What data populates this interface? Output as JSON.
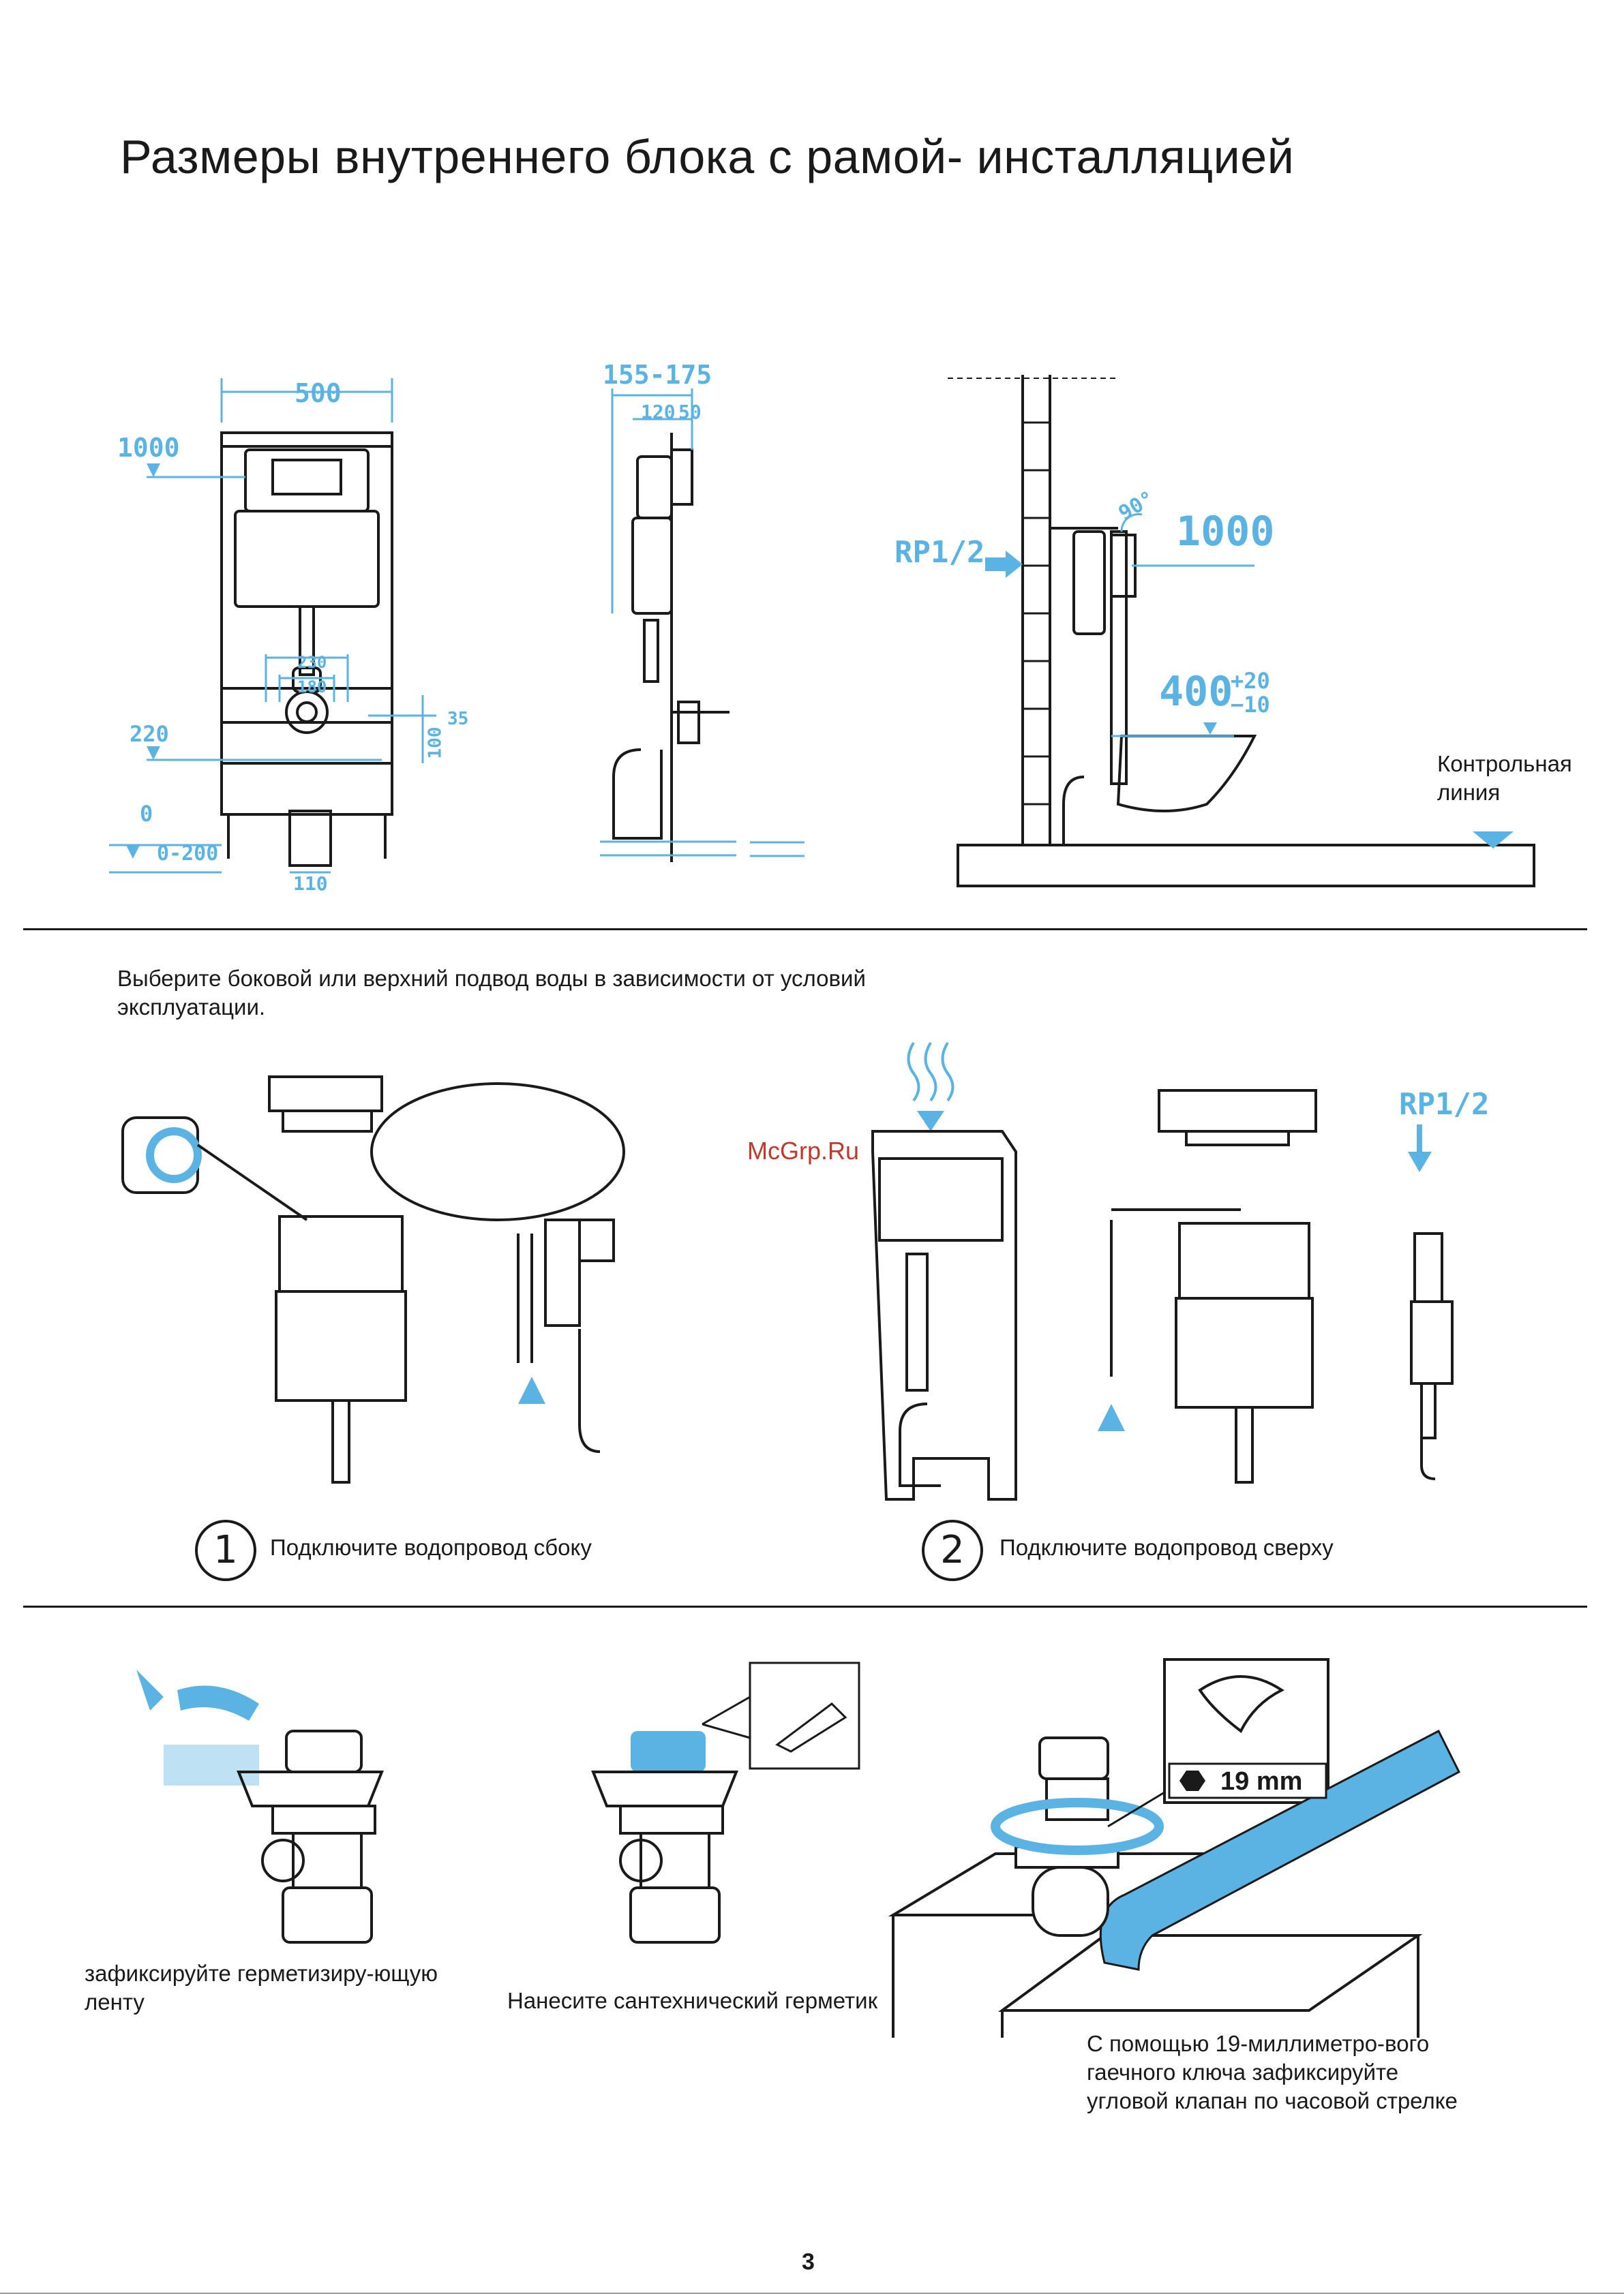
{
  "title": "Размеры внутреннего блока с рамой- инсталляцией",
  "dimensions": {
    "front": {
      "width": "500",
      "height_1000": "1000",
      "d230": "230",
      "d180": "180",
      "d35": "35",
      "d100": "100",
      "h220": "220",
      "h0": "0",
      "range": "0-200",
      "d110": "110"
    },
    "side": {
      "depth": "155-175",
      "d120": "120",
      "d50": "50"
    },
    "wall": {
      "rp": "RP1/2",
      "angle": "90°",
      "h1000": "1000",
      "h400": "400",
      "plus": "+20",
      "minus": "−10",
      "control_line": "Контрольная линия"
    }
  },
  "section2": {
    "intro": "Выберите боковой или верхний подвод воды в зависимости от условий эксплуатации.",
    "step1_num": "1",
    "step1_label": "Подключите водопровод сбоку",
    "step2_num": "2",
    "step2_label": "Подключите водопровод сверху",
    "rp_top": "RP1/2",
    "watermark": "McGrp.Ru"
  },
  "section3": {
    "caption1": "зафиксируйте герметизиру-ющую ленту",
    "caption2": "Нанесите сантехнический герметик",
    "caption3": "С помощью 19-миллиметро-вого гаечного ключа зафиксируйте угловой клапан по часовой стрелке",
    "wrench_size": "19 mm"
  },
  "page_number": "3",
  "colors": {
    "accent": "#5ab3e2",
    "ink": "#1a1a1a"
  }
}
